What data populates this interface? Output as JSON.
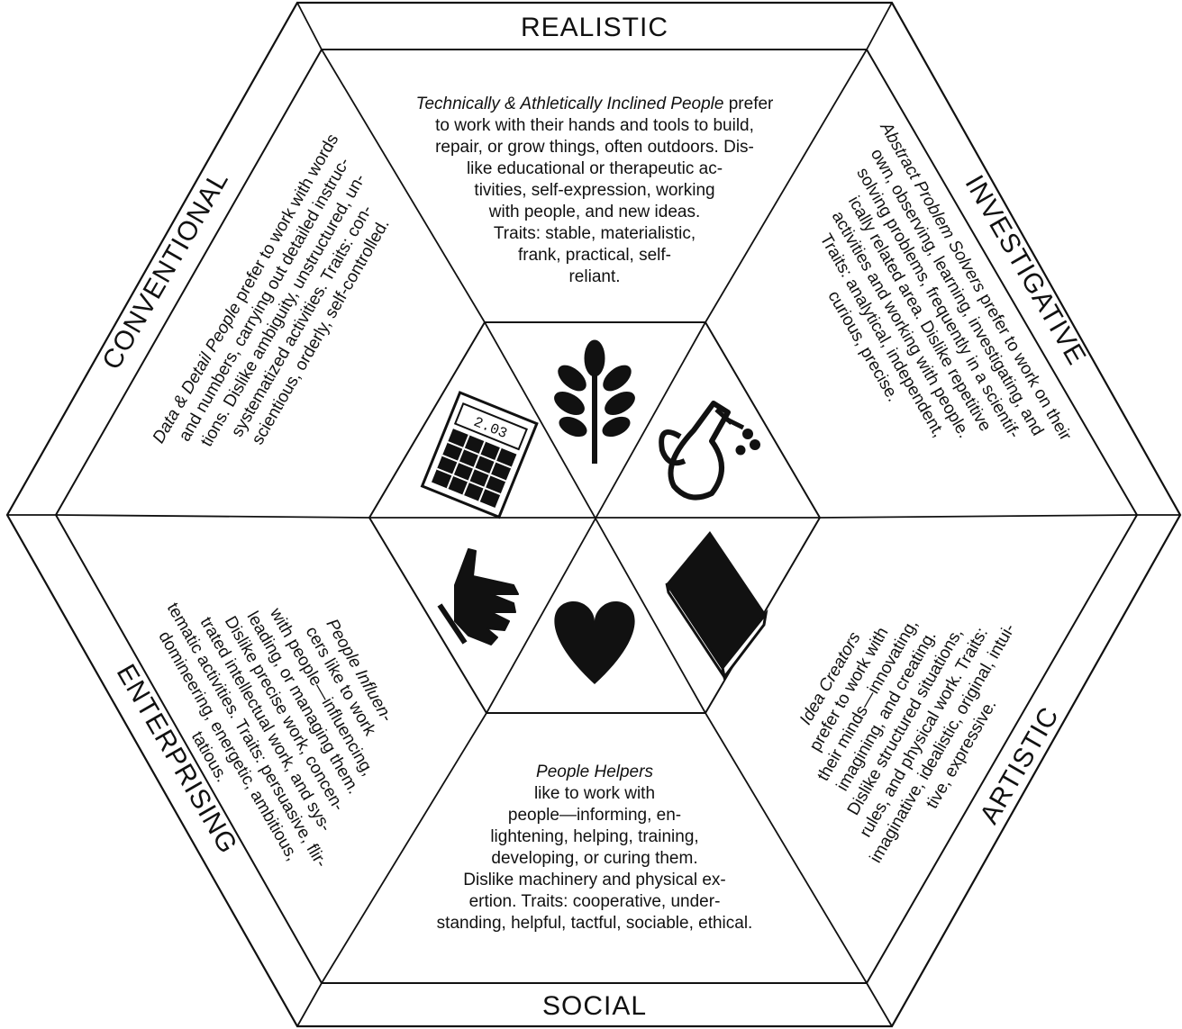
{
  "types": {
    "realistic": {
      "title": "REALISTIC",
      "lead": "Technically & Athletically Inclined People",
      "lines": [
        " prefer",
        "to work with their hands and tools to build,",
        "repair, or grow things, often outdoors. Dis-",
        "like educational or therapeutic ac-",
        "tivities, self-expression, working",
        "with people, and new ideas.",
        "Traits: stable, materialistic,",
        "frank, practical, self-",
        "reliant."
      ],
      "icon": "plant-icon"
    },
    "investigative": {
      "title": "INVESTIGATIVE",
      "lead": "Abstract Problem Solvers",
      "lines": [
        " prefer to work on their",
        "own, observing, learning, investigating, and",
        "solving problems, frequently in a scientif-",
        "ically related area. Dislike repetitive",
        "activities and working with people.",
        "Traits: analytical, independent,",
        "curious, precise."
      ],
      "icon": "lab-flasks-icon"
    },
    "artistic": {
      "title": "ARTISTIC",
      "lead": "Idea Creators",
      "lines": [
        "",
        "prefer to work with",
        "their minds—innovating,",
        "imagining, and creating.",
        "Dislike structured situations,",
        "rules, and physical work. Traits:",
        "imaginative, idealistic, original, intui-",
        "tive, expressive."
      ],
      "icon": "book-icon"
    },
    "social": {
      "title": "SOCIAL",
      "lead": "People Helpers",
      "lines": [
        "",
        "like to work with",
        "people—informing, en-",
        "lightening, helping, training,",
        "developing, or curing them.",
        "Dislike machinery and physical ex-",
        "ertion. Traits: cooperative, under-",
        "standing, helpful, tactful, sociable, ethical."
      ],
      "icon": "heart-icon"
    },
    "enterprising": {
      "title": "ENTERPRISING",
      "lead": "People Influen-",
      "lines": [
        "",
        "cers like to work",
        "with people—influencing,",
        "leading, or managing them.",
        "Dislike precise work, concen-",
        "trated intellectual work, and sys-",
        "tematic activities. Traits: persuasive, flir-",
        "domineering, energetic, ambitious,",
        "tatious."
      ],
      "icon": "pointing-hand-icon"
    },
    "conventional": {
      "title": "CONVENTIONAL",
      "lead": "Data & Detail People",
      "lines": [
        " prefer to work with words",
        "and numbers, carrying out detailed instruc-",
        "tions. Dislike ambiguity, unstructured, un-",
        "systematized activities. Traits: con-",
        "scientious, orderly, self-controlled."
      ],
      "icon": "calculator-icon"
    }
  },
  "calculator_display": "2.03"
}
